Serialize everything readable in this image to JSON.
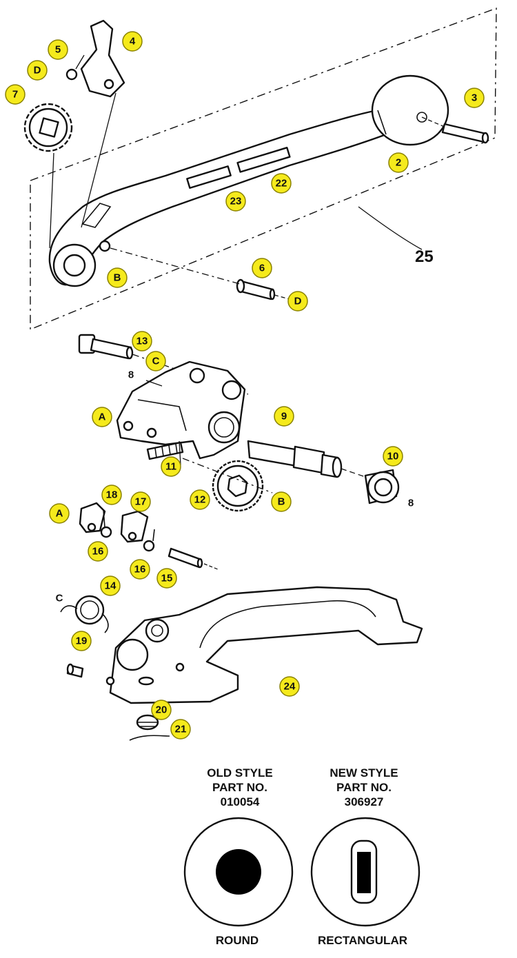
{
  "diagram": {
    "assembly_label": "25",
    "callouts": [
      {
        "id": "c1",
        "label": "5"
      },
      {
        "id": "c2",
        "label": "4"
      },
      {
        "id": "c3",
        "label": "D"
      },
      {
        "id": "c4",
        "label": "7"
      },
      {
        "id": "c5",
        "label": "3"
      },
      {
        "id": "c6",
        "label": "2"
      },
      {
        "id": "c7",
        "label": "22"
      },
      {
        "id": "c8",
        "label": "23"
      },
      {
        "id": "c9",
        "label": "B"
      },
      {
        "id": "c10",
        "label": "6"
      },
      {
        "id": "c11",
        "label": "D"
      },
      {
        "id": "c12",
        "label": "13"
      },
      {
        "id": "c13",
        "label": "C"
      },
      {
        "id": "c14",
        "label": "A"
      },
      {
        "id": "c15",
        "label": "9"
      },
      {
        "id": "c16",
        "label": "11"
      },
      {
        "id": "c17",
        "label": "10"
      },
      {
        "id": "c18",
        "label": "12"
      },
      {
        "id": "c19",
        "label": "B"
      },
      {
        "id": "c20",
        "label": "18"
      },
      {
        "id": "c21",
        "label": "17"
      },
      {
        "id": "c22",
        "label": "A"
      },
      {
        "id": "c23",
        "label": "16"
      },
      {
        "id": "c24",
        "label": "16"
      },
      {
        "id": "c25",
        "label": "15"
      },
      {
        "id": "c26",
        "label": "14"
      },
      {
        "id": "c27",
        "label": "19"
      },
      {
        "id": "c28",
        "label": "24"
      },
      {
        "id": "c29",
        "label": "20"
      },
      {
        "id": "c30",
        "label": "21"
      }
    ],
    "plain_refs": [
      {
        "id": "r1",
        "label": "8"
      },
      {
        "id": "r2",
        "label": "8"
      },
      {
        "id": "r3",
        "label": "C"
      }
    ]
  },
  "legend": {
    "old_style": {
      "line1": "OLD STYLE",
      "line2": "PART NO.",
      "part_no": "010054",
      "shape_label": "ROUND"
    },
    "new_style": {
      "line1": "NEW STYLE",
      "line2": "PART NO.",
      "part_no": "306927",
      "shape_label": "RECTANGULAR"
    }
  }
}
